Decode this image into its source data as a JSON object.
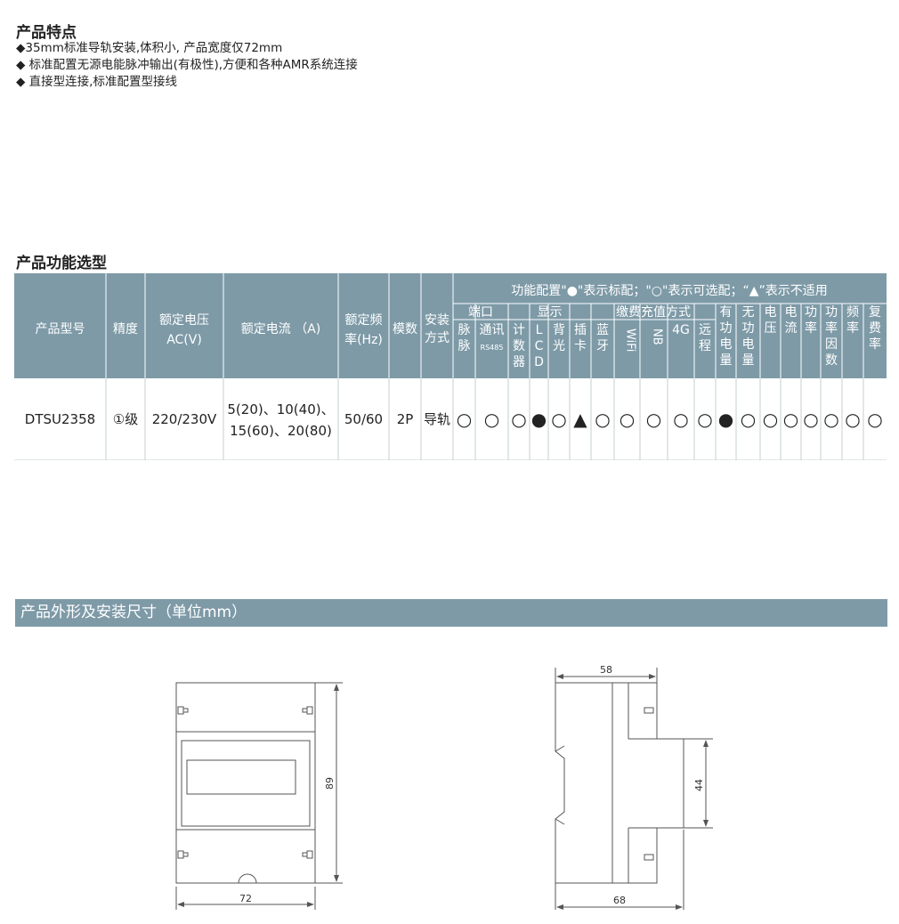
{
  "features": {
    "title": "产品特点",
    "items": [
      "◆35mm标准导轨安装,体积小, 产品宽度仅72mm",
      "◆ 标准配置无源电能脉冲输出(有极性),方便和各种AMR系统连接",
      "◆ 直接型连接,标准配置型接线"
    ]
  },
  "selection": {
    "title": "产品功能选型",
    "legend": "功能配置\"●\"表示标配；\"○\"表示可选配；“▲”表示不适用",
    "columns": {
      "model": "产品型号",
      "accuracy": "精度",
      "voltage": [
        "额定电压",
        "AC(V)"
      ],
      "current": "额定电流 （A)",
      "freq": [
        "额定频",
        "率(Hz)"
      ],
      "modules": "模数",
      "mount": [
        "安装",
        "方式"
      ]
    },
    "groups": [
      "端口",
      "显示",
      "缴费充值方式"
    ],
    "subs": [
      [
        "脉",
        "脉"
      ],
      [
        "通讯",
        "RS485"
      ],
      [
        "计",
        "数",
        "器"
      ],
      [
        "L",
        "C",
        "D"
      ],
      [
        "背",
        "光"
      ],
      [
        "插",
        "卡"
      ],
      [
        "蓝",
        "牙"
      ],
      [
        "WiFi"
      ],
      [
        "NB"
      ],
      [
        "4G"
      ],
      [
        "远",
        "程"
      ],
      [
        "有",
        "功",
        "电",
        "量"
      ],
      [
        "无",
        "功",
        "电",
        "量"
      ],
      [
        "电",
        "压"
      ],
      [
        "电",
        "流"
      ],
      [
        "功",
        "率"
      ],
      [
        "功",
        "率",
        "因",
        "数"
      ],
      [
        "频",
        "率"
      ],
      [
        "复",
        "费",
        "率"
      ]
    ],
    "row": {
      "model": "DTSU2358",
      "accuracy": "①级",
      "voltage": "220/230V",
      "current": [
        "5(20)、10(40)、",
        "15(60)、20(80)"
      ],
      "freq": "50/60",
      "modules": "2P",
      "mount": "导轨",
      "marks": [
        "○",
        "○",
        "○",
        "●",
        "○",
        "▲",
        "○",
        "○",
        "○",
        "○",
        "○",
        "●",
        "○",
        "○",
        "○",
        "○",
        "○",
        "○",
        "○"
      ]
    },
    "colors": {
      "header": "#7e9aa7",
      "header_text": "#ffffff"
    }
  },
  "dimensions": {
    "title": "产品外形及安装尺寸（单位mm）",
    "front": {
      "height": "89",
      "width": "72"
    },
    "side": {
      "top_width": "58",
      "bottom_width": "68",
      "step_height": "44"
    }
  }
}
